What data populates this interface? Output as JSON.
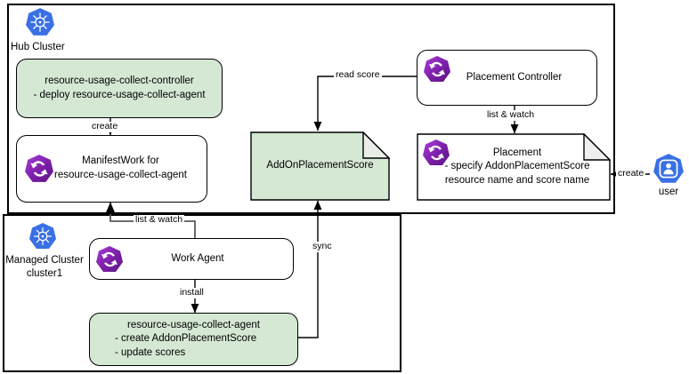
{
  "diagram": {
    "title": "OCM resource-usage-collect add-on placement score flow",
    "colors": {
      "green_fill": "#d5e8d4",
      "white_fill": "#ffffff",
      "stroke": "#000000",
      "k8s_blue": "#3970e4",
      "ocm_purple": "#8a2be2",
      "fold_fill": "#f0f0f0"
    }
  },
  "frames": [
    {
      "name": "hub-cluster-frame",
      "label": "Hub Cluster"
    },
    {
      "name": "managed-cluster-frame",
      "label_line1": "Managed Cluster",
      "label_line2": "cluster1"
    }
  ],
  "hub": {
    "cluster_label": "Hub Cluster",
    "cluster_icon": "kubernetes-icon",
    "nodes": {
      "collect_controller": {
        "icon": "",
        "lines": [
          "resource-usage-collect-controller",
          "-   deploy resource-usage-collect-agent"
        ]
      },
      "manifestwork": {
        "icon": "ocm-sync-icon",
        "lines": [
          "ManifestWork for",
          "resource-usage-collect-agent"
        ]
      },
      "addon_placement_score": {
        "icon": "",
        "lines": [
          "AddOnPlacementScore"
        ]
      },
      "placement_controller": {
        "icon": "ocm-sync-icon",
        "lines": [
          "Placement Controller"
        ]
      },
      "placement": {
        "icon": "ocm-sync-icon",
        "lines": [
          "Placement",
          "- specify AddonPlacementScore",
          "resource name and score name"
        ]
      }
    }
  },
  "managed": {
    "cluster_label_line1": "Managed Cluster",
    "cluster_label_line2": "cluster1",
    "cluster_icon": "kubernetes-icon",
    "nodes": {
      "work_agent": {
        "icon": "ocm-sync-icon",
        "lines": [
          "Work Agent"
        ]
      },
      "collect_agent": {
        "icon": "",
        "lines": [
          "resource-usage-collect-agent",
          "- create AddonPlacementScore",
          "- update scores"
        ]
      }
    }
  },
  "actor": {
    "label": "user",
    "icon": "kubernetes-user-icon"
  },
  "edges": [
    {
      "name": "edge-create-manifestwork",
      "label": "create",
      "from": "collect_controller",
      "to": "manifestwork"
    },
    {
      "name": "edge-read-score",
      "label": "read score",
      "from": "placement_controller",
      "to": "addon_placement_score"
    },
    {
      "name": "edge-list-watch-placement",
      "label": "list & watch",
      "from": "placement_controller",
      "to": "placement"
    },
    {
      "name": "edge-create-placement",
      "label": "create",
      "from": "user",
      "to": "placement"
    },
    {
      "name": "edge-list-watch-manifestwork",
      "label": "list & watch",
      "from": "work_agent",
      "to": "manifestwork"
    },
    {
      "name": "edge-install",
      "label": "install",
      "from": "work_agent",
      "to": "collect_agent"
    },
    {
      "name": "edge-sync",
      "label": "sync",
      "from": "collect_agent",
      "to": "addon_placement_score"
    }
  ]
}
